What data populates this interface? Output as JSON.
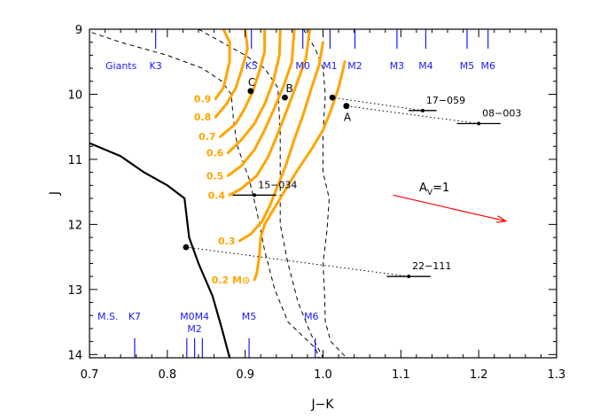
{
  "chart_data": {
    "type": "line",
    "xlabel": "J−K",
    "ylabel": "J",
    "xlim": [
      0.7,
      1.3
    ],
    "ylim": [
      14.05,
      9.0
    ],
    "y_inverted": true,
    "xticks": [
      0.7,
      0.8,
      0.9,
      1.0,
      1.1,
      1.2,
      1.3
    ],
    "xtick_labels": [
      "0.7",
      "0.8",
      "0.9",
      "1.0",
      "1.1",
      "1.2",
      "1.3"
    ],
    "yticks": [
      9,
      10,
      11,
      12,
      13,
      14
    ],
    "ytick_labels": [
      "9",
      "10",
      "11",
      "12",
      "13",
      "14"
    ],
    "colors": {
      "axes": "#000000",
      "spectral_ticks": "#1a1aff",
      "tracks": "#ffa500",
      "reddening": "#ff0000"
    },
    "giants_label": "Giants",
    "giant_types": [
      {
        "label": "K3",
        "x": 0.785
      },
      {
        "label": "K5",
        "x": 0.908
      },
      {
        "label": "M0",
        "x": 0.974
      },
      {
        "label": "M1",
        "x": 1.009
      },
      {
        "label": "M2",
        "x": 1.041
      },
      {
        "label": "M3",
        "x": 1.095
      },
      {
        "label": "M4",
        "x": 1.132
      },
      {
        "label": "M5",
        "x": 1.185
      },
      {
        "label": "M6",
        "x": 1.212
      }
    ],
    "giant_tick_positions": [
      0.785,
      0.908,
      0.974,
      1.009,
      1.041,
      1.095,
      1.132,
      1.185,
      1.212
    ],
    "ms_label": "M.S.",
    "ms_types": [
      {
        "label": "K7",
        "x": 0.758,
        "row": 1
      },
      {
        "label": "M0M4",
        "x": 0.835,
        "row": 1
      },
      {
        "label": "M2",
        "x": 0.835,
        "row": 2
      },
      {
        "label": "M5",
        "x": 0.905,
        "row": 1
      },
      {
        "label": "M6",
        "x": 0.985,
        "row": 1
      }
    ],
    "ms_tick_positions": [
      0.758,
      0.825,
      0.835,
      0.845,
      0.905,
      0.99
    ],
    "mass_tracks": [
      {
        "label": "0.9",
        "points": [
          [
            0.872,
            9.0
          ],
          [
            0.88,
            9.2
          ],
          [
            0.88,
            9.5
          ],
          [
            0.872,
            9.9
          ],
          [
            0.862,
            10.07
          ]
        ]
      },
      {
        "label": "0.8",
        "points": [
          [
            0.9,
            9.0
          ],
          [
            0.903,
            9.3
          ],
          [
            0.896,
            9.6
          ],
          [
            0.888,
            9.9
          ],
          [
            0.876,
            10.15
          ],
          [
            0.862,
            10.35
          ]
        ]
      },
      {
        "label": "0.7",
        "points": [
          [
            0.925,
            9.0
          ],
          [
            0.925,
            9.35
          ],
          [
            0.918,
            9.65
          ],
          [
            0.91,
            9.95
          ],
          [
            0.898,
            10.25
          ],
          [
            0.888,
            10.45
          ],
          [
            0.868,
            10.65
          ]
        ]
      },
      {
        "label": "0.6",
        "points": [
          [
            0.945,
            9.0
          ],
          [
            0.944,
            9.4
          ],
          [
            0.936,
            9.8
          ],
          [
            0.925,
            10.15
          ],
          [
            0.912,
            10.45
          ],
          [
            0.895,
            10.7
          ],
          [
            0.878,
            10.9
          ]
        ]
      },
      {
        "label": "0.5",
        "points": [
          [
            0.963,
            9.0
          ],
          [
            0.96,
            9.5
          ],
          [
            0.95,
            9.85
          ],
          [
            0.938,
            10.2
          ],
          [
            0.925,
            10.55
          ],
          [
            0.912,
            10.85
          ],
          [
            0.895,
            11.1
          ],
          [
            0.878,
            11.25
          ]
        ]
      },
      {
        "label": "0.4",
        "points": [
          [
            0.983,
            9.0
          ],
          [
            0.978,
            9.45
          ],
          [
            0.966,
            9.85
          ],
          [
            0.955,
            10.2
          ],
          [
            0.942,
            10.6
          ],
          [
            0.93,
            10.95
          ],
          [
            0.915,
            11.25
          ],
          [
            0.895,
            11.45
          ],
          [
            0.88,
            11.55
          ]
        ]
      },
      {
        "label": "0.3",
        "points": [
          [
            1.0,
            9.2
          ],
          [
            0.995,
            9.55
          ],
          [
            0.984,
            9.95
          ],
          [
            0.975,
            10.3
          ],
          [
            0.963,
            10.7
          ],
          [
            0.952,
            11.1
          ],
          [
            0.942,
            11.4
          ],
          [
            0.932,
            11.7
          ],
          [
            0.922,
            11.95
          ],
          [
            0.907,
            12.15
          ],
          [
            0.893,
            12.25
          ]
        ]
      },
      {
        "label": "0.2 M⊙",
        "points": [
          [
            1.028,
            9.5
          ],
          [
            1.02,
            9.9
          ],
          [
            1.01,
            10.25
          ],
          [
            1.0,
            10.55
          ],
          [
            0.985,
            10.85
          ],
          [
            0.968,
            11.15
          ],
          [
            0.955,
            11.4
          ],
          [
            0.945,
            11.6
          ],
          [
            0.935,
            11.8
          ],
          [
            0.925,
            12.0
          ],
          [
            0.92,
            12.2
          ],
          [
            0.918,
            12.5
          ],
          [
            0.915,
            12.75
          ],
          [
            0.912,
            12.85
          ]
        ]
      }
    ],
    "isochrones_dashed": [
      {
        "points": [
          [
            0.703,
            9.05
          ],
          [
            0.74,
            9.2
          ],
          [
            0.8,
            9.4
          ],
          [
            0.845,
            9.6
          ],
          [
            0.87,
            9.8
          ],
          [
            0.882,
            10.0
          ],
          [
            0.885,
            10.4
          ],
          [
            0.89,
            10.8
          ],
          [
            0.905,
            11.3
          ],
          [
            0.915,
            11.8
          ],
          [
            0.925,
            12.4
          ],
          [
            0.938,
            13.0
          ],
          [
            0.955,
            13.5
          ],
          [
            0.99,
            13.9
          ],
          [
            0.995,
            14.05
          ]
        ]
      },
      {
        "points": [
          [
            0.84,
            9.0
          ],
          [
            0.87,
            9.2
          ],
          [
            0.9,
            9.4
          ],
          [
            0.925,
            9.6
          ],
          [
            0.942,
            9.9
          ],
          [
            0.945,
            10.6
          ],
          [
            0.945,
            11.3
          ],
          [
            0.945,
            12.0
          ],
          [
            0.955,
            12.6
          ],
          [
            0.968,
            13.2
          ],
          [
            0.985,
            13.7
          ],
          [
            1.0,
            14.05
          ]
        ]
      },
      {
        "points": [
          [
            0.975,
            9.0
          ],
          [
            0.99,
            9.3
          ],
          [
            1.0,
            9.6
          ],
          [
            1.003,
            10.0
          ],
          [
            1.0,
            10.6
          ],
          [
            1.0,
            11.2
          ],
          [
            1.008,
            11.6
          ],
          [
            1.005,
            12.1
          ],
          [
            1.0,
            12.6
          ],
          [
            1.002,
            13.1
          ],
          [
            1.003,
            13.5
          ],
          [
            1.01,
            13.8
          ],
          [
            1.03,
            14.05
          ]
        ]
      }
    ],
    "zams": {
      "points": [
        [
          0.7,
          10.75
        ],
        [
          0.74,
          10.95
        ],
        [
          0.77,
          11.2
        ],
        [
          0.8,
          11.4
        ],
        [
          0.822,
          11.6
        ],
        [
          0.828,
          12.2
        ],
        [
          0.84,
          12.6
        ],
        [
          0.858,
          13.1
        ],
        [
          0.87,
          13.6
        ],
        [
          0.88,
          14.05
        ]
      ]
    },
    "stars": [
      {
        "label": "17−059",
        "x": 1.128,
        "y": 10.25,
        "xerr": 0.018,
        "dered": {
          "x": 1.012,
          "y": 10.05
        }
      },
      {
        "label": "08−003",
        "x": 1.2,
        "y": 10.45,
        "xerr": 0.028,
        "dered": {
          "x": 1.03,
          "y": 10.18
        }
      },
      {
        "label": "15−034",
        "x": 0.912,
        "y": 11.55,
        "xerr": 0.028
      },
      {
        "label": "22−111",
        "x": 1.11,
        "y": 12.8,
        "xerr": 0.028,
        "dered": {
          "x": 0.824,
          "y": 12.35
        }
      }
    ],
    "labeled_points": [
      {
        "label": "A",
        "x": 1.03,
        "y": 10.18
      },
      {
        "label": "B",
        "x": 0.951,
        "y": 10.05
      },
      {
        "label": "C",
        "x": 0.907,
        "y": 9.95
      }
    ],
    "reddening_vector": {
      "label": "A",
      "label_sub": "V",
      "label_value": "=1",
      "from": [
        1.09,
        11.55
      ],
      "to": [
        1.235,
        11.95
      ]
    }
  }
}
